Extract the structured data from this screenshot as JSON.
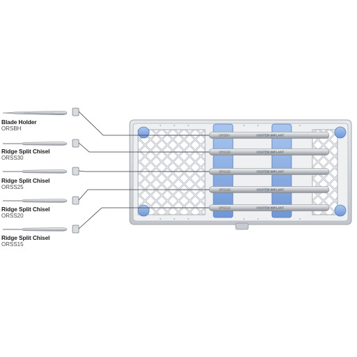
{
  "tools": [
    {
      "name": "Blade Holder",
      "code": "ORSBH"
    },
    {
      "name": "Ridge Split Chisel",
      "code": "ORSS30"
    },
    {
      "name": "Ridge Split Chisel",
      "code": "ORSS25"
    },
    {
      "name": "Ridge Split Chisel",
      "code": "ORSS20"
    },
    {
      "name": "Ridge Split Chisel",
      "code": "ORSS15"
    }
  ],
  "kit": {
    "brand": "OSSTEM IMPLANT",
    "slot_labels": [
      "ORSBH",
      "ORSS30",
      "ORSS25",
      "ORSS20",
      "ORSS15"
    ]
  },
  "colors": {
    "instrument": "#c9ccd0",
    "tray_frame": "#d4d7db",
    "silicone_holder": "#8fb2e6",
    "connector_line": "#3a3a3a"
  }
}
